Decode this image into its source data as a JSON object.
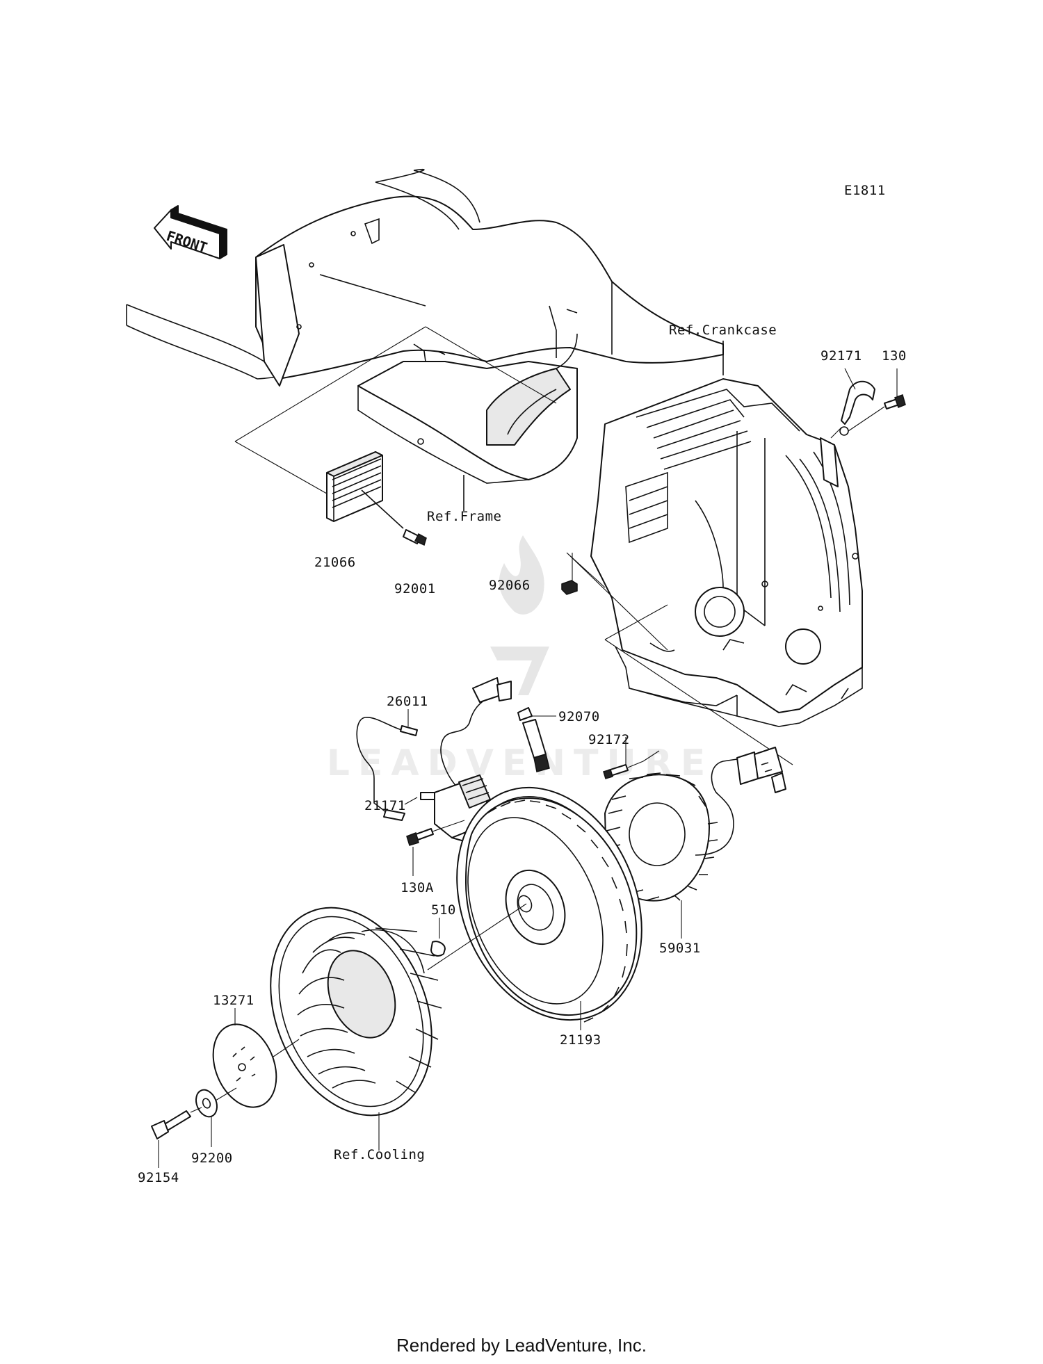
{
  "diagram_code": "E1811",
  "front_arrow_label": "FRONT",
  "watermark_text": "LEADVENTURE",
  "footer": "Rendered by LeadVenture, Inc.",
  "labels": {
    "ref_crankcase": "Ref.Crankcase",
    "ref_frame": "Ref.Frame",
    "ref_cooling": "Ref.Cooling",
    "p92171": "92171",
    "p130": "130",
    "p21066": "21066",
    "p92001": "92001",
    "p92066": "92066",
    "p26011": "26011",
    "p92070": "92070",
    "p92172": "92172",
    "p21171": "21171",
    "p130A": "130A",
    "p510": "510",
    "p59031": "59031",
    "p13271": "13271",
    "p21193": "21193",
    "p92200": "92200",
    "p92154": "92154"
  }
}
